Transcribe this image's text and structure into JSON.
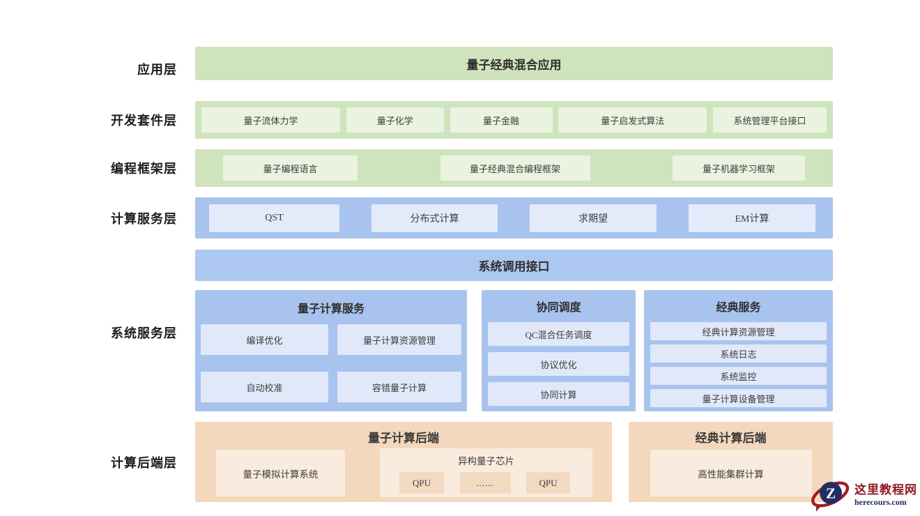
{
  "colors": {
    "green_band": "#cfe4bd",
    "green_item": "#e9f3e0",
    "blue_band": "#a8c3ee",
    "blue_item": "#e3ebfb",
    "panel_item": "#e0e8fa",
    "peach_band": "#f4d8bd",
    "peach_item": "#f9ecde",
    "chip_item": "#f3d9c0",
    "watermark_red": "#8e1b22",
    "watermark_navy": "#232d63"
  },
  "layers": {
    "application": {
      "label": "应用层",
      "title": "量子经典混合应用"
    },
    "dev_kit": {
      "label": "开发套件层",
      "items": [
        "量子流体力学",
        "量子化学",
        "量子金融",
        "量子启发式算法",
        "系统管理平台接口"
      ]
    },
    "framework": {
      "label": "编程框架层",
      "items": [
        "量子编程语言",
        "量子经典混合编程框架",
        "量子机器学习框架"
      ]
    },
    "compute_service": {
      "label": "计算服务层",
      "items": [
        "QST",
        "分布式计算",
        "求期望",
        "EM计算"
      ]
    },
    "syscall": {
      "title": "系统调用接口"
    },
    "system_service": {
      "label": "系统服务层",
      "quantum_service": {
        "title": "量子计算服务",
        "items": [
          "编译优化",
          "量子计算资源管理",
          "自动校准",
          "容错量子计算"
        ]
      },
      "co_scheduling": {
        "title": "协同调度",
        "items": [
          "QC混合任务调度",
          "协议优化",
          "协同计算"
        ]
      },
      "classical_service": {
        "title": "经典服务",
        "items": [
          "经典计算资源管理",
          "系统日志",
          "系统监控",
          "量子计算设备管理"
        ]
      }
    },
    "backend": {
      "label": "计算后端层",
      "quantum_backend": {
        "title": "量子计算后端",
        "simulator": "量子模拟计算系统",
        "chip_group": {
          "title": "异构量子芯片",
          "items": [
            "QPU",
            "......",
            "QPU"
          ]
        }
      },
      "classical_backend": {
        "title": "经典计算后端",
        "item": "高性能集群计算"
      }
    }
  },
  "watermark": {
    "site_name": "这里教程网",
    "site_url": "herecours.com",
    "logo_letter": "Z"
  }
}
